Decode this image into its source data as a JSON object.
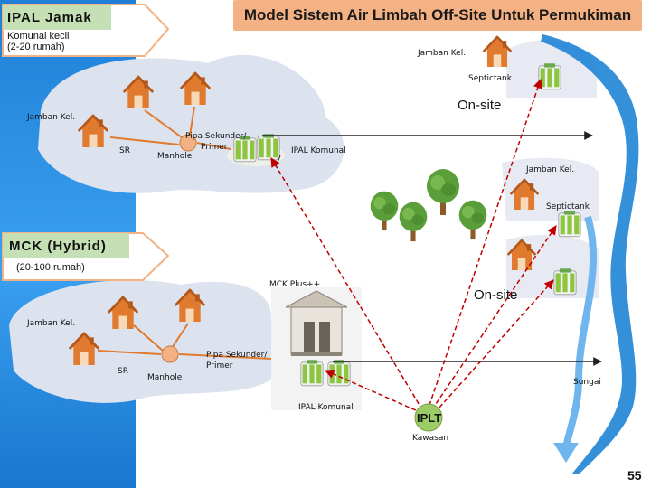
{
  "title": "Model Sistem Air Limbah Off-Site Untuk Permukiman",
  "ipal_jamak": {
    "heading": "IPAL Jamak",
    "subtitle_line1": "Komunal kecil",
    "subtitle_line2": "(2-20 rumah)"
  },
  "mck": {
    "heading": "MCK (Hybrid)",
    "subtitle": "(20-100 rumah)"
  },
  "labels": {
    "jamban_kel": "Jamban Kel.",
    "septictank": "Septictank",
    "on_site": "On-site",
    "sr": "SR",
    "manhole": "Manhole",
    "pipa_sekunder": "Pipa Sekunder/",
    "primer": "Primer",
    "ipal_komunal": "IPAL Komunal",
    "mck_plus": "MCK Plus++",
    "sungai": "Sungai",
    "iplt": "IPLT",
    "kawasan": "Kawasan"
  },
  "page_number": "55",
  "colors": {
    "sidebar": "#1e7fd6",
    "title_bg": "#f4b183",
    "heading_box": "#c5e0b4",
    "heading_border": "#f4b183",
    "house": "#e07a2e",
    "house_dark": "#b3581a",
    "land": "#dde2ef",
    "river": "#1f84d6",
    "arrow_red": "#c00000",
    "manhole": "#f4b183",
    "iplt_fill": "#9ccc65",
    "tree": "#6aa84f",
    "tank": "#7fbf3f"
  },
  "icons": [
    "house-icon",
    "septic-tank-icon",
    "tree-icon",
    "mck-building-icon",
    "manhole-icon",
    "river-icon"
  ]
}
